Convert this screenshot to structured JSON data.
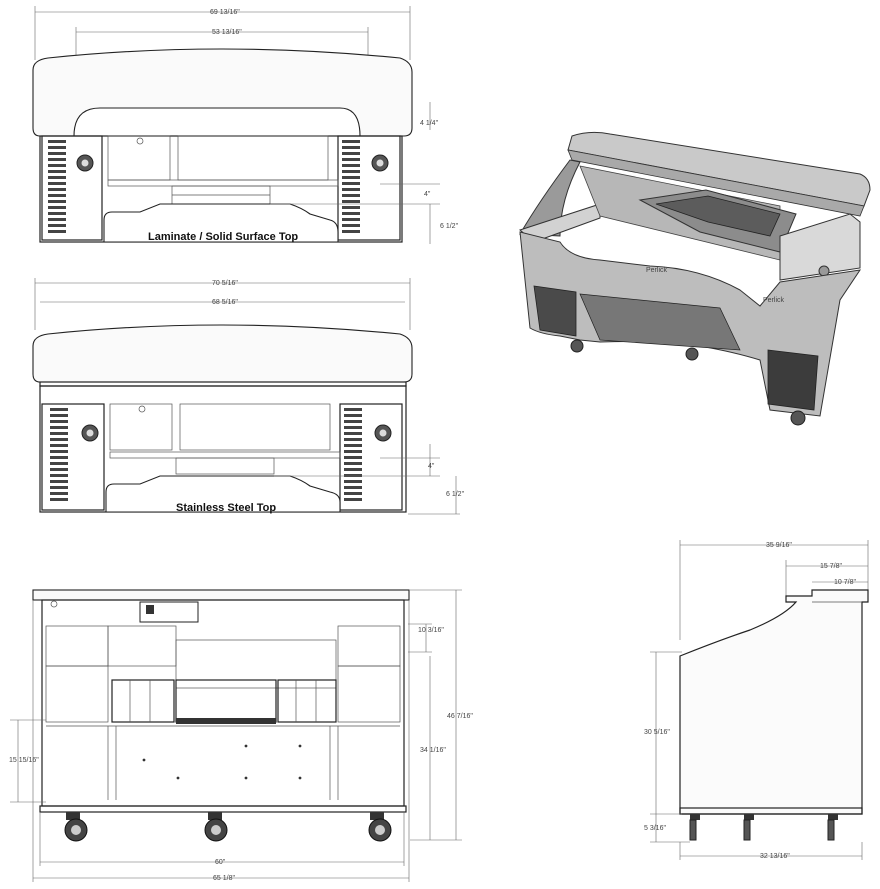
{
  "captions": {
    "laminate": "Laminate / Solid Surface Top",
    "stainless": "Stainless Steel Top"
  },
  "dims": {
    "v1_total_width": "69 13/16\"",
    "v1_inner_width": "53 13/16\"",
    "v1_top_height": "4 1/4\"",
    "v1_shelf_gap": "4\"",
    "v1_bottom_gap": "6 1/2\"",
    "v2_total_width": "70 5/16\"",
    "v2_inner_width": "68 5/16\"",
    "v2_shelf_gap": "4\"",
    "v2_bottom_gap": "6 1/2\"",
    "v3_ice_depth": "10 3/16\"",
    "v3_total_height": "46 7/16\"",
    "v3_counter_height": "34 1/16\"",
    "v3_lower_height": "15 15/16\"",
    "v3_inner_width": "60\"",
    "v3_total_width": "65 1/8\"",
    "v4_total_depth": "35 9/16\"",
    "v4_top_depth": "15 7/8\"",
    "v4_inner_top_depth": "10 7/8\"",
    "v4_body_height": "30 5/16\"",
    "v4_caster_height": "5 3/16\"",
    "v4_base_depth": "32 13/16\""
  },
  "photo": {
    "label_left": "Perlick",
    "label_right": "Perlick"
  }
}
